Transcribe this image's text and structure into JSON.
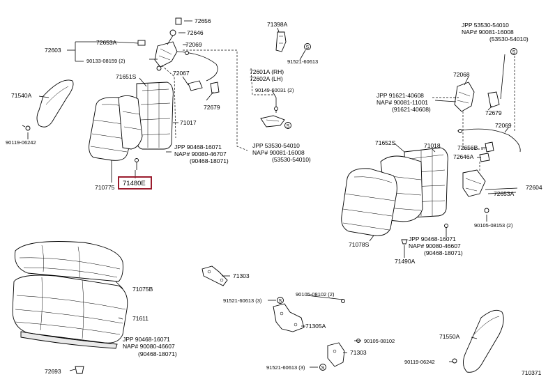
{
  "diagram_id": "710371",
  "highlight_color": "#9b1c2e",
  "labels": {
    "l72656": "72656",
    "l72646_top": "72646",
    "l72653A_top": "72653A",
    "l72603": "72603",
    "l72069_top": "72069",
    "l90133": "90133-08159 (2)",
    "l71651S": "71651S",
    "l72067": "72067",
    "l71540A": "71540A",
    "l72679_top": "72679",
    "l71017": "71017",
    "l90119_top": "90119-06242",
    "l71398A": "71398A",
    "l91521_top": "91521-60613",
    "l72601A": "72601A (RH)",
    "l72602A": "72602A (LH)",
    "l90149": "90149-60031 (2)",
    "l_mid_jpp": "JPP  53530-54010",
    "l_mid_nap": "NAP#  90081-16008",
    "l_mid_sub": "(53530-54010)",
    "l_left_jpp": "JPP  90468-16071",
    "l_left_nap": "NAP#  90080-46707",
    "l_left_sub": "(90468-18071)",
    "l710775": "710775",
    "l71480E": "71480E",
    "l_tr_jpp": "JPP   53530-54010",
    "l_tr_nap": "NAP#  90081-16008",
    "l_tr_sub": "(53530-54010)",
    "l72068": "72068",
    "l_r_jpp": "JPP   91621-40608",
    "l_r_nap": "NAP#  90081-11001",
    "l_r_sub": "(91621-40608)",
    "l72679_right": "72679",
    "l72069_right": "72069",
    "l71652S": "71652S",
    "l71018": "71018",
    "l72656B": "72656B",
    "l72646A": "72646A",
    "l72604": "72604",
    "l72653A_right": "72653A",
    "l90105_right": "90105-08153 (2)",
    "l_rb_jpp": "JPP   90468-16071",
    "l_rb_nap": "NAP#  90080-46607",
    "l_rb_sub": "(90468-18071)",
    "l71078S": "71078S",
    "l71490A": "71490A",
    "l71075B": "71075B",
    "l71611": "71611",
    "l_bl_jpp": "JPP  90468-16071",
    "l_bl_nap": "NAP#  90080-46607",
    "l_bl_sub": "(90468-18071)",
    "l72693": "72693",
    "l71303_top": "71303",
    "l91521_mid": "91521-60613 (3)",
    "l90105_mid": "90105-08102 (2)",
    "l71305A": "71305A",
    "l90105_low": "90105-08102",
    "l71303_low": "71303",
    "l91521_low": "91521-60613 (3)",
    "l71550A": "71550A",
    "l90119_low": "90119-06242",
    "l710371": "710371"
  }
}
